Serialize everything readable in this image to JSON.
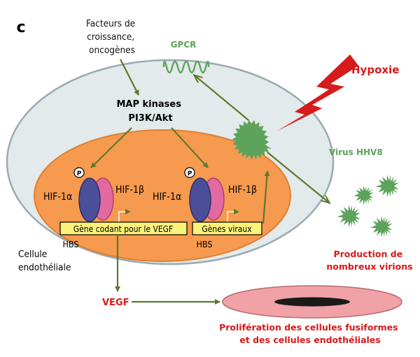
{
  "panel_label": "c",
  "growth_factors": [
    "Facteurs de",
    "croissance,",
    "oncogènes"
  ],
  "gpcr": "GPCR",
  "hypoxie": "Hypoxie",
  "kinases": [
    "MAP kinases",
    "PI3K/Akt"
  ],
  "virus_label": "Virus HHV8",
  "hif1a_left": "HIF-1α",
  "hif1b_left": "HIF-1β",
  "hif1a_right": "HIF-1α",
  "hif1b_right": "HIF-1β",
  "phospho": "P",
  "gene_vegf": "Gène codant pour le VEGF",
  "gene_viral": "Gènes viraux",
  "hbs_left": "HBS",
  "hbs_right": "HBS",
  "cell_label": [
    "Cellule",
    "endothéliale"
  ],
  "production": [
    "Production de",
    "nombreux virions"
  ],
  "vegf": "VEGF",
  "proliferation": [
    "Prolifération des cellules fusiformes",
    "et des cellules endothéliales"
  ],
  "colors": {
    "cell": "#e2eaeb",
    "nucleus": "#f59a4f",
    "arrow": "#5c7a2a",
    "virus": "#5da35a",
    "red": "#d71a1a",
    "hif_alpha": "#4b4f9a",
    "hif_beta": "#e26aa0",
    "gene_box": "#fdf27a"
  }
}
